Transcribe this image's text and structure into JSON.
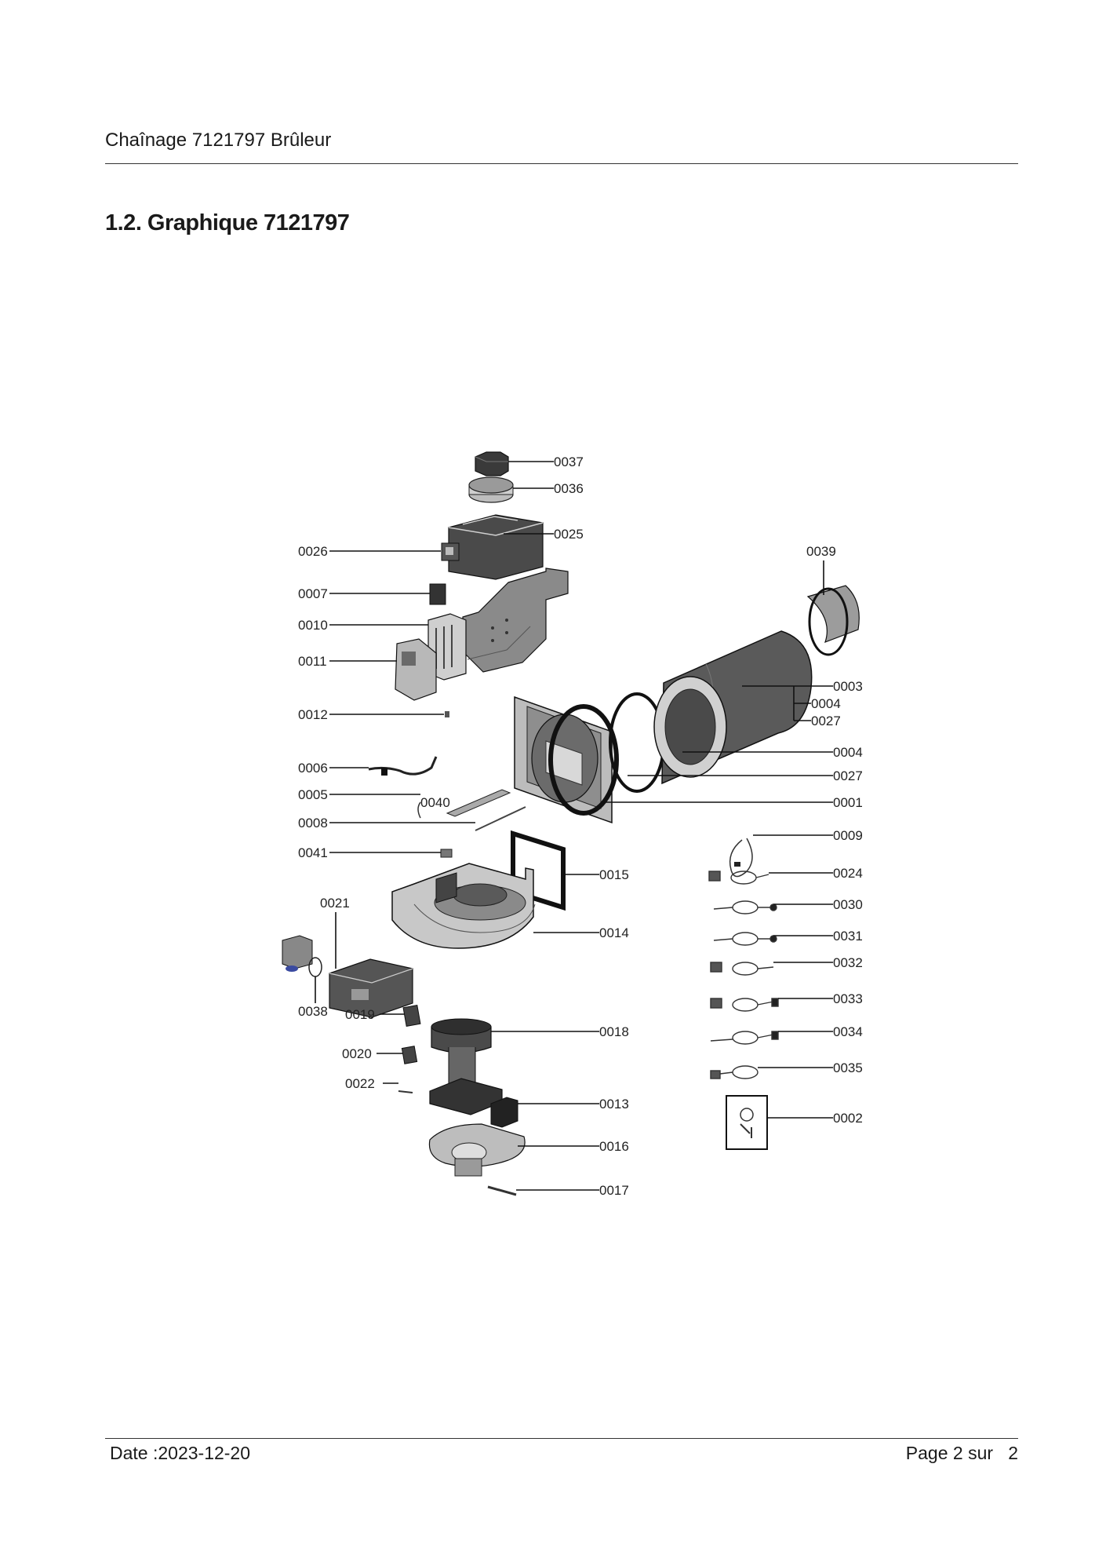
{
  "header": {
    "title": "Chaînage 7121797 Brûleur"
  },
  "section": {
    "title": "1.2. Graphique 7121797"
  },
  "diagram": {
    "labels": {
      "p0037": "0037",
      "p0036": "0036",
      "p0025": "0025",
      "p0026": "0026",
      "p0039": "0039",
      "p0007": "0007",
      "p0010": "0010",
      "p0011": "0011",
      "p0003": "0003",
      "p0004a": "0004",
      "p0027a": "0027",
      "p0012": "0012",
      "p0006": "0006",
      "p0004b": "0004",
      "p0027b": "0027",
      "p0005": "0005",
      "p0040": "0040",
      "p0001": "0001",
      "p0008": "0008",
      "p0009": "0009",
      "p0041": "0041",
      "p0015": "0015",
      "p0024": "0024",
      "p0021": "0021",
      "p0030": "0030",
      "p0014": "0014",
      "p0031": "0031",
      "p0032": "0032",
      "p0038": "0038",
      "p0019": "0019",
      "p0033": "0033",
      "p0018": "0018",
      "p0034": "0034",
      "p0020": "0020",
      "p0035": "0035",
      "p0022": "0022",
      "p0013": "0013",
      "p0002": "0002",
      "p0016": "0016",
      "p0017": "0017"
    }
  },
  "footer": {
    "date": "Date :2023-12-20",
    "page_prefix": "Page 2 sur",
    "page_total": "2"
  }
}
